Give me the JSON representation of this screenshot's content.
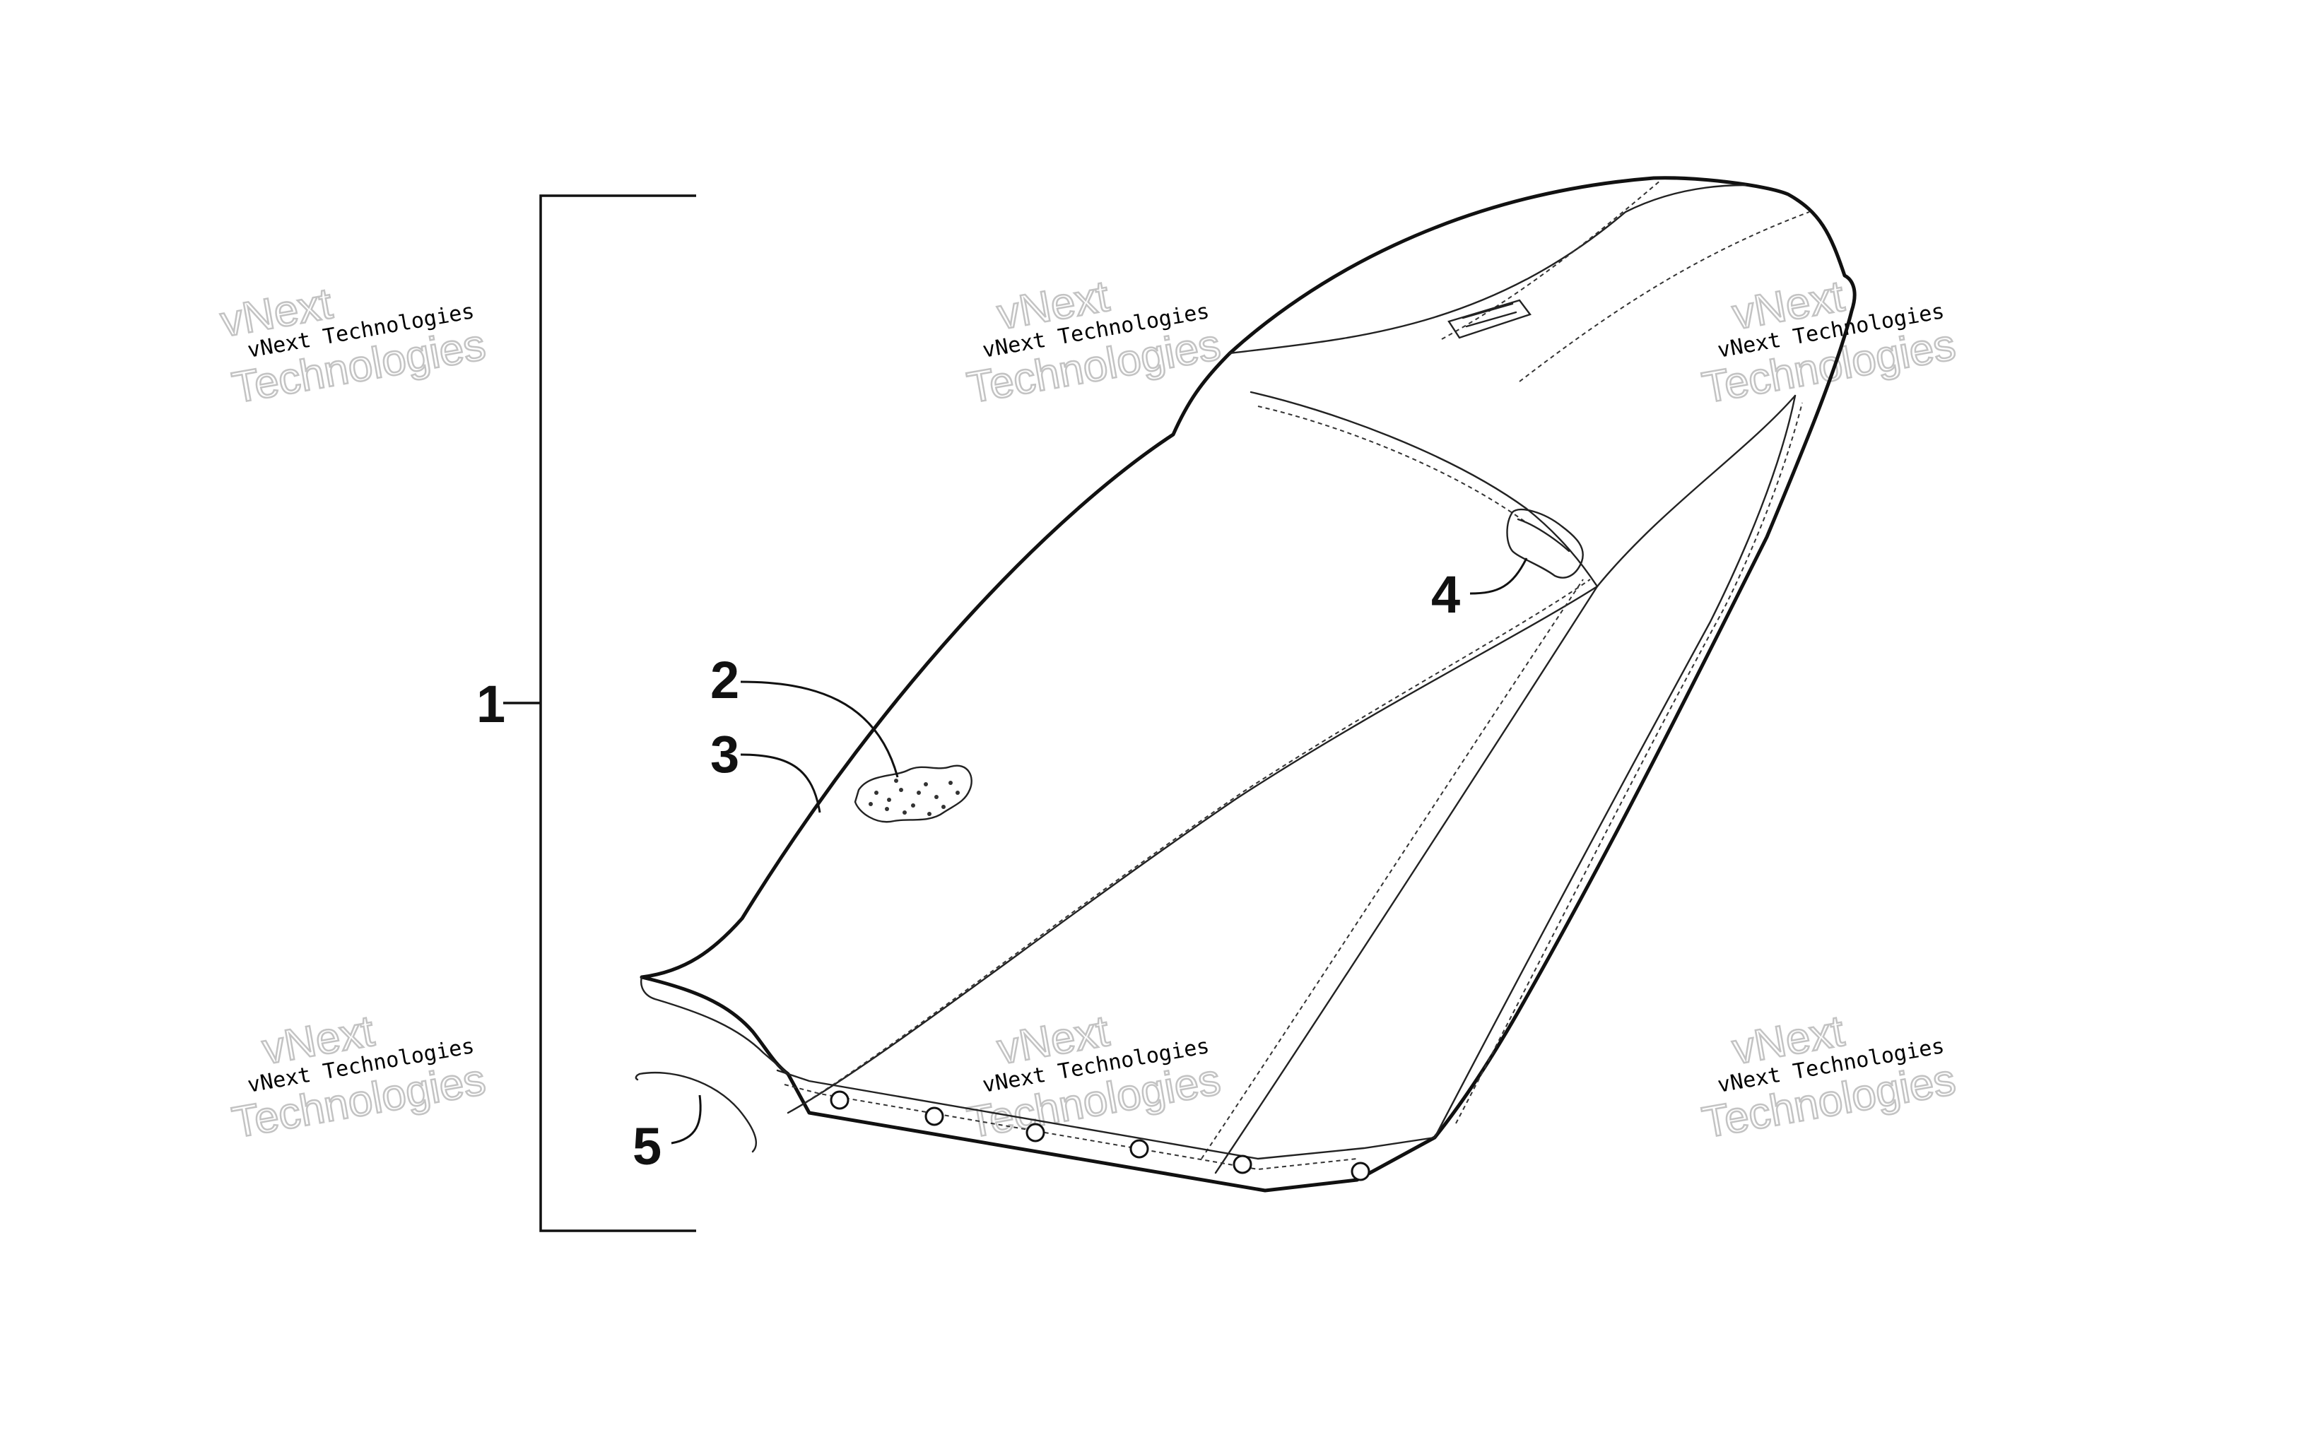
{
  "callouts": {
    "c1": "1",
    "c2": "2",
    "c3": "3",
    "c4": "4",
    "c5": "5"
  },
  "watermark": {
    "line1": "vNext",
    "line2": "vNext Technologies",
    "line3": "Technologies"
  },
  "colors": {
    "line": "#111111",
    "watermark": "#bdbdbd",
    "background": "#ffffff"
  }
}
